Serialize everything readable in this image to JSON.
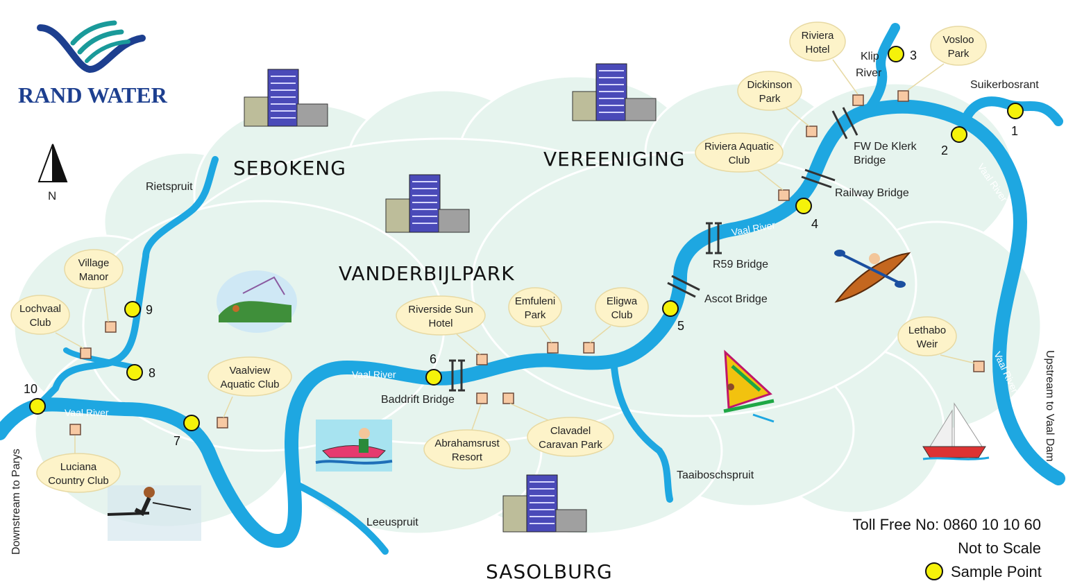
{
  "logo": {
    "text": "RAND WATER"
  },
  "compass": {
    "label": "N"
  },
  "cities": {
    "sebokeng": "SEBOKENG",
    "vereeniging": "VEREENIGING",
    "vanderbijlpark": "VANDERBIJLPARK",
    "sasolburg": "SASOLBURG"
  },
  "streams": {
    "rietspruit": "Rietspruit",
    "suikerbosrant": "Suikerbosrant",
    "klip_river_1": "Klip",
    "klip_river_2": "River",
    "taaiboschspruit": "Taaiboschspruit",
    "leeuspruit": "Leeuspruit"
  },
  "river_labels": {
    "vaal_1": "Vaal River",
    "vaal_2": "Vaal River",
    "vaal_3": "Vaal River",
    "vaal_4": "Vaal River",
    "vaal_5": "Vaal River"
  },
  "edge_labels": {
    "downstream": "Downstream to Parys",
    "upstream": "Upstream to Vaal Dam"
  },
  "bridges": {
    "fw_de_klerk_1": "FW De Klerk",
    "fw_de_klerk_2": "Bridge",
    "railway": "Railway Bridge",
    "r59": "R59 Bridge",
    "ascot": "Ascot Bridge",
    "baddrift": "Baddrift Bridge"
  },
  "sample_points": {
    "p1": "1",
    "p2": "2",
    "p3": "3",
    "p4": "4",
    "p5": "5",
    "p6": "6",
    "p7": "7",
    "p8": "8",
    "p9": "9",
    "p10": "10"
  },
  "places": {
    "riviera_hotel": [
      "Riviera",
      "Hotel"
    ],
    "vosloo_park": [
      "Vosloo",
      "Park"
    ],
    "dickinson_park": [
      "Dickinson",
      "Park"
    ],
    "riviera_aquatic": [
      "Riviera Aquatic",
      "Club"
    ],
    "lethabo_weir": [
      "Lethabo",
      "Weir"
    ],
    "riverside_sun": [
      "Riverside Sun",
      "Hotel"
    ],
    "emfuleni_park": [
      "Emfuleni",
      "Park"
    ],
    "eligwa_club": [
      "Eligwa",
      "Club"
    ],
    "abrahamsrust": [
      "Abrahamsrust",
      "Resort"
    ],
    "clavadel": [
      "Clavadel",
      "Caravan Park"
    ],
    "village_manor": [
      "Village",
      "Manor"
    ],
    "lochvaal_club": [
      "Lochvaal",
      "Club"
    ],
    "vaalview": [
      "Vaalview",
      "Aquatic Club"
    ],
    "luciana": [
      "Luciana",
      "Country Club"
    ]
  },
  "info": {
    "toll_free": "Toll Free No: 0860 10 10 60",
    "scale": "Not to Scale",
    "legend": "Sample Point"
  },
  "colors": {
    "river": "#1ea7e1",
    "cloud": "#e6f4ee",
    "cloud_stroke": "#ffffff",
    "sample_point": "#f5f20a",
    "marker": "#f7c9a3",
    "bubble": "#fdf3c9",
    "logo_blue": "#1d3f8f",
    "logo_teal": "#1a9a9a"
  }
}
